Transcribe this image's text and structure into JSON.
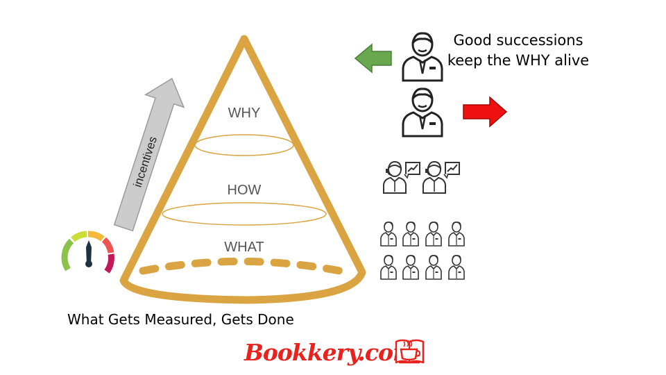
{
  "pyramid": {
    "levels": [
      "WHY",
      "HOW",
      "WHAT"
    ],
    "color": "#d9a441"
  },
  "incentives_arrow": {
    "label": "incentives"
  },
  "caption_top": {
    "line1": "Good successions",
    "line2": "keep the WHY alive"
  },
  "caption_bottom": "What Gets Measured, Gets Done",
  "brand": "Bookkery.com",
  "colors": {
    "left_arrow": "#6aa84f",
    "right_arrow": "#ee1111",
    "gray_arrow": "#cccccc",
    "brand": "#e8221c"
  },
  "icons": [
    "gauge-icon",
    "leader-icon",
    "manager-with-chart-icon",
    "worker-icon",
    "coffee-book-icon"
  ]
}
